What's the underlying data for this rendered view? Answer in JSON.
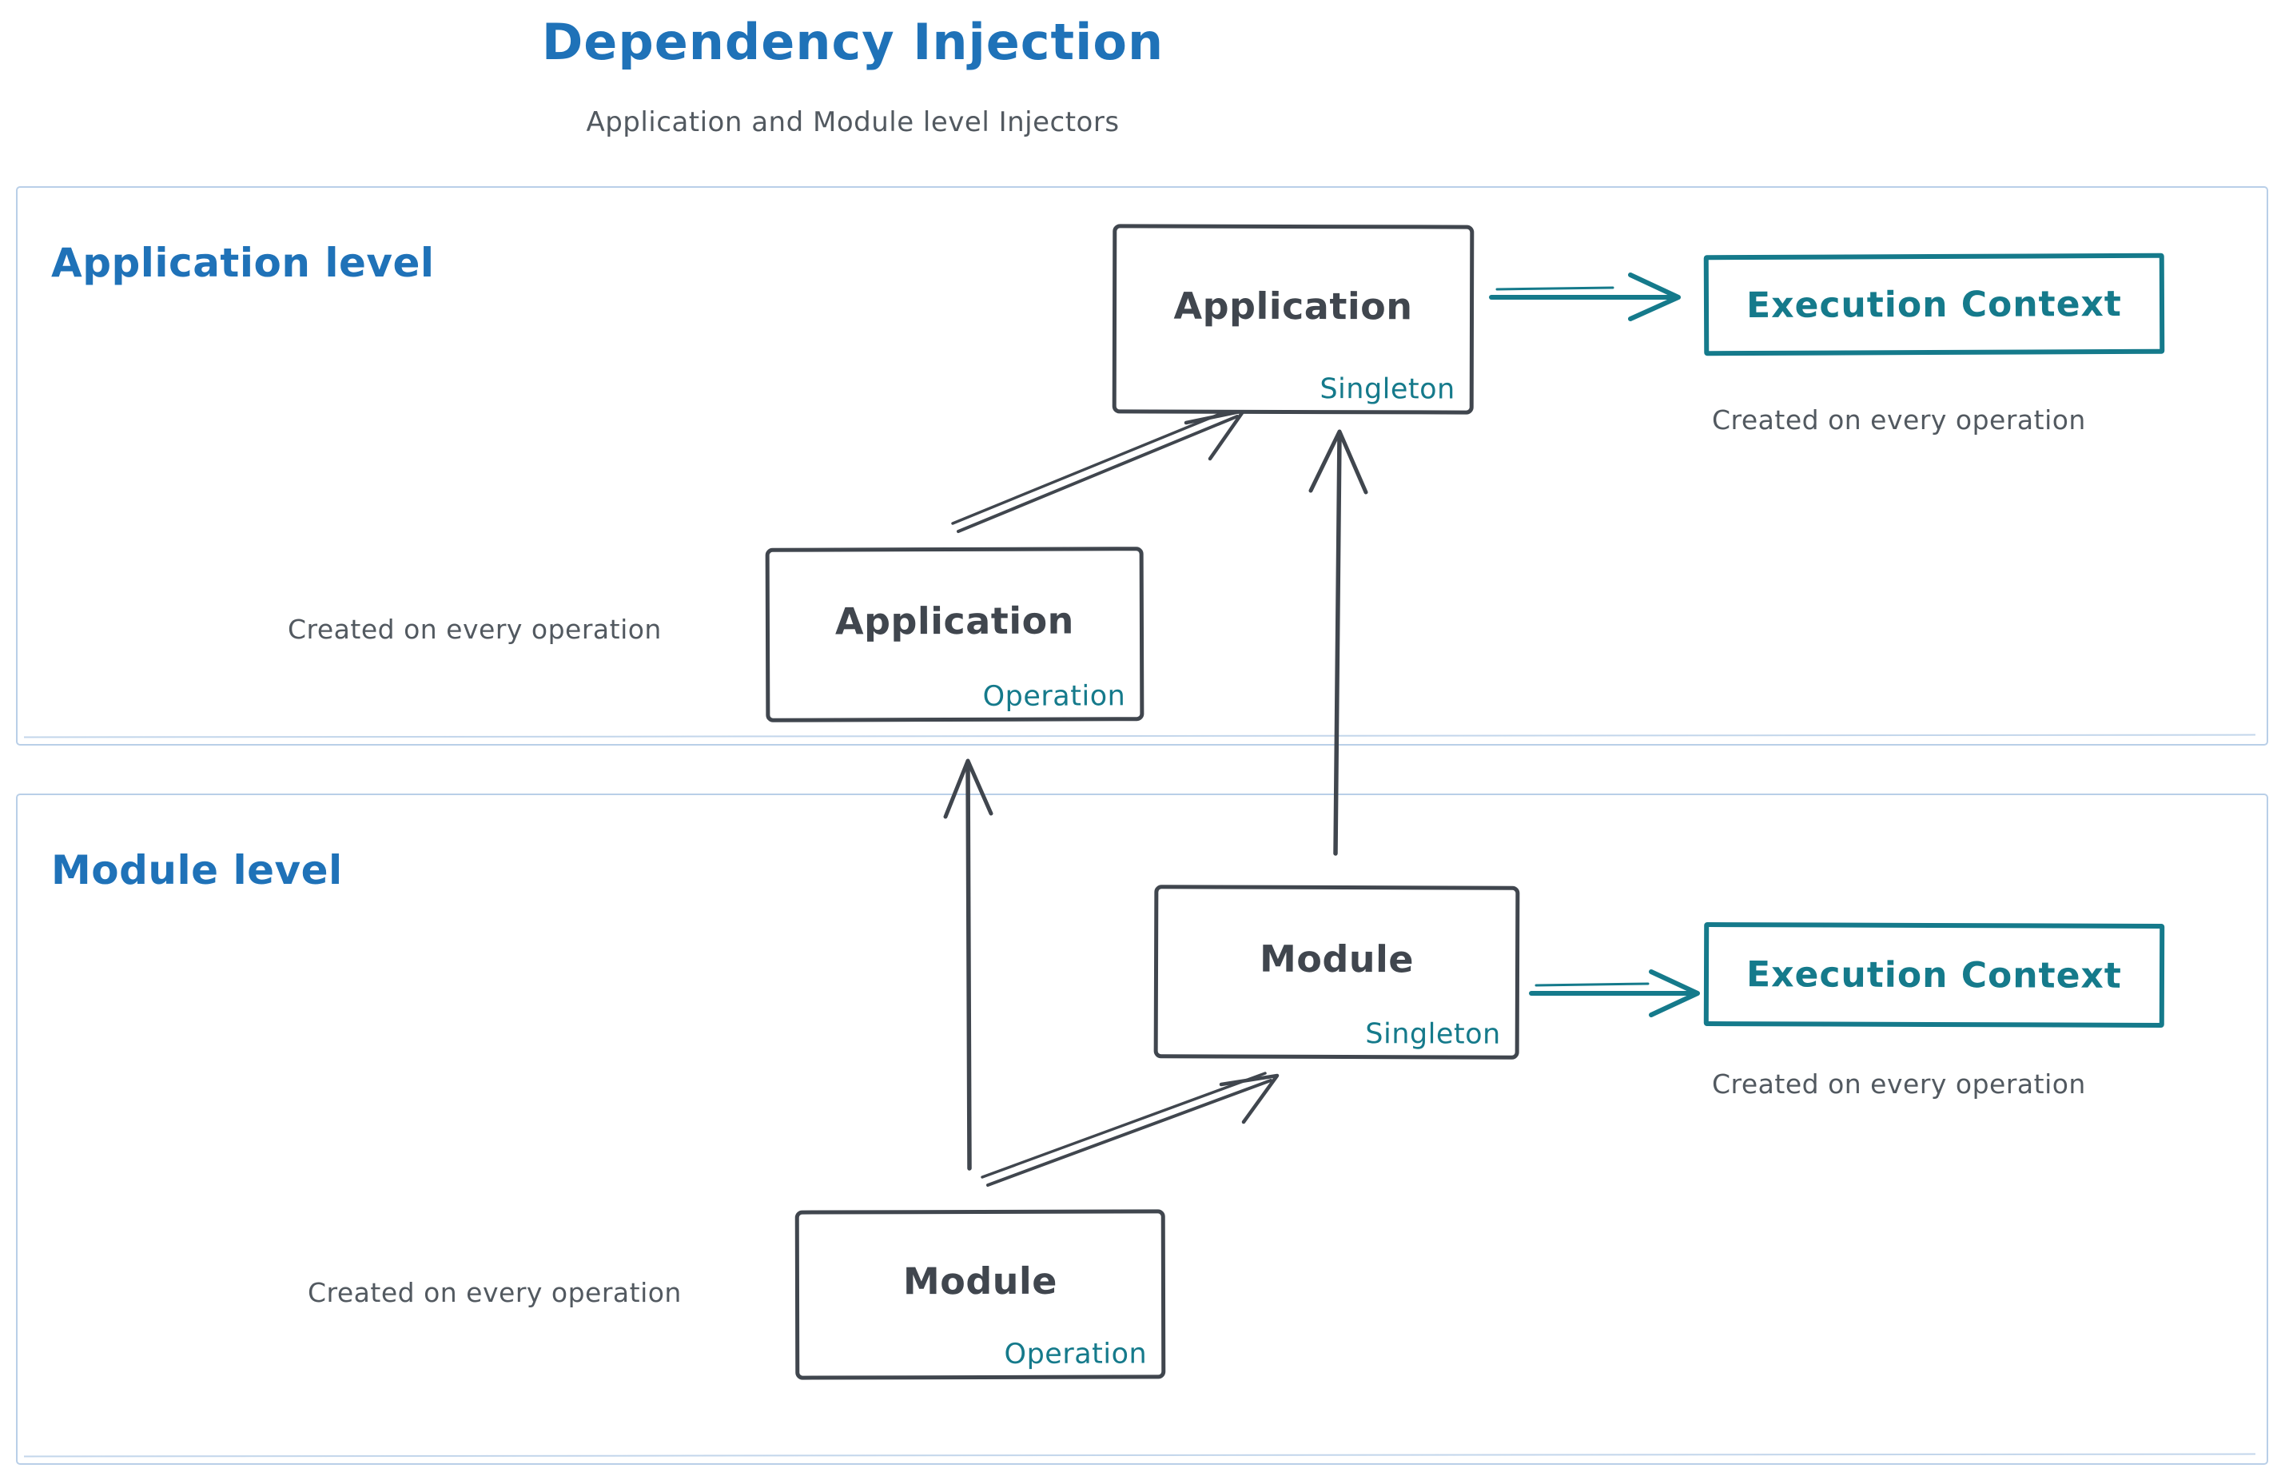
{
  "title": "Dependency Injection",
  "subtitle": "Application and Module level Injectors",
  "colors": {
    "blue": "#1f72b8",
    "teal": "#157a8b",
    "dark": "#40464e",
    "gray": "#525960",
    "container_border": "#b9cfe8"
  },
  "application_level": {
    "label": "Application level",
    "singleton_box": {
      "title": "Application",
      "tag": "Singleton"
    },
    "operation_box": {
      "title": "Application",
      "tag": "Operation"
    },
    "operation_note": "Created on every operation",
    "execution_context": {
      "label": "Execution Context",
      "note": "Created on every operation"
    }
  },
  "module_level": {
    "label": "Module level",
    "singleton_box": {
      "title": "Module",
      "tag": "Singleton"
    },
    "operation_box": {
      "title": "Module",
      "tag": "Operation"
    },
    "operation_note": "Created on every operation",
    "execution_context": {
      "label": "Execution Context",
      "note": "Created on every operation"
    }
  },
  "arrows": [
    {
      "name": "application-operation-to-application-singleton"
    },
    {
      "name": "module-singleton-to-application-singleton"
    },
    {
      "name": "application-singleton-to-execution-context"
    },
    {
      "name": "module-operation-to-module-singleton"
    },
    {
      "name": "module-operation-to-application-operation"
    },
    {
      "name": "module-singleton-to-execution-context"
    }
  ]
}
